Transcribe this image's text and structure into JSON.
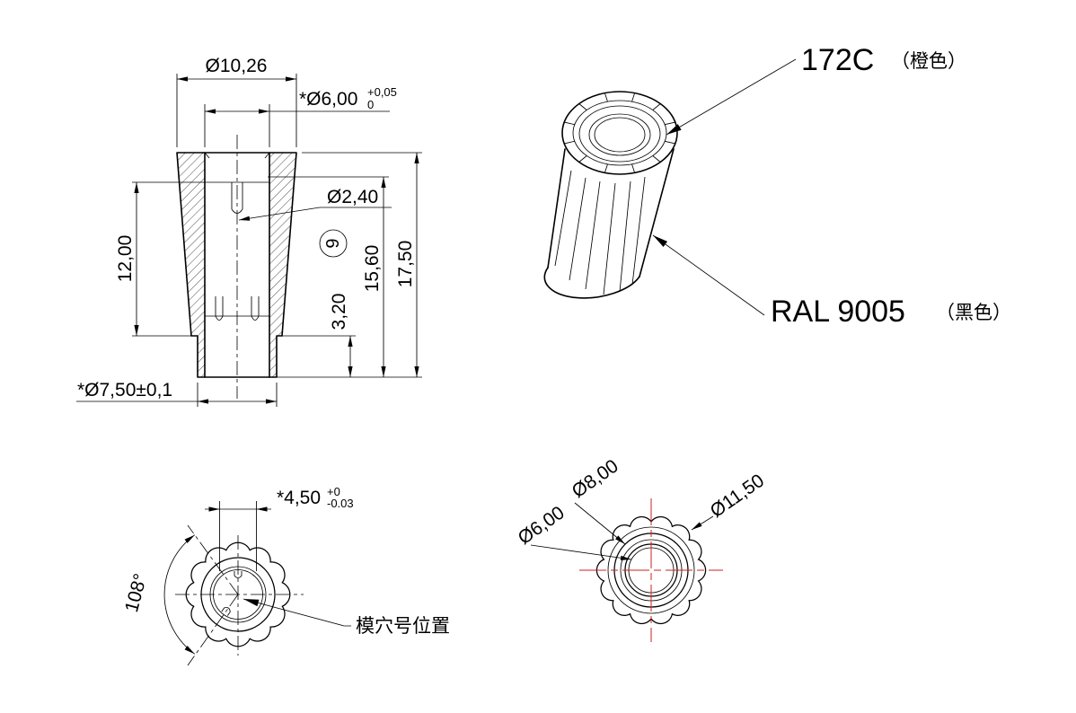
{
  "drawing": {
    "section_view": {
      "dim_top_dia": "Ø10,26",
      "dim_bore_dia": "*Ø6,00",
      "dim_bore_tol_upper": "+0,05",
      "dim_bore_tol_lower": "0",
      "dim_slot_dia": "Ø2,40",
      "dim_depth_left": "12,00",
      "dim_step_height": "3,20",
      "dim_inner_height": "15,60",
      "dim_total_height": "17,50",
      "dim_stem_dia": "*Ø7,50±0,1",
      "balloon_number": "9"
    },
    "iso_view": {
      "pantone_code": "172C",
      "pantone_note": "（橙色）",
      "ral_code": "RAL 9005",
      "ral_note": "（黑色）"
    },
    "bottom_view": {
      "dim_slot_width": "*4,50",
      "dim_slot_tol_upper": "+0",
      "dim_slot_tol_lower": "-0.03",
      "dim_angle": "108°",
      "cavity_note": "模穴号位置"
    },
    "top_view": {
      "dim_hub_dia": "Ø8,00",
      "dim_bore_dia": "Ø6,00",
      "dim_outer_dia": "Ø11,50"
    }
  },
  "colors": {
    "line": "#000000",
    "accent_red": "#cc2222",
    "background": "#ffffff"
  }
}
